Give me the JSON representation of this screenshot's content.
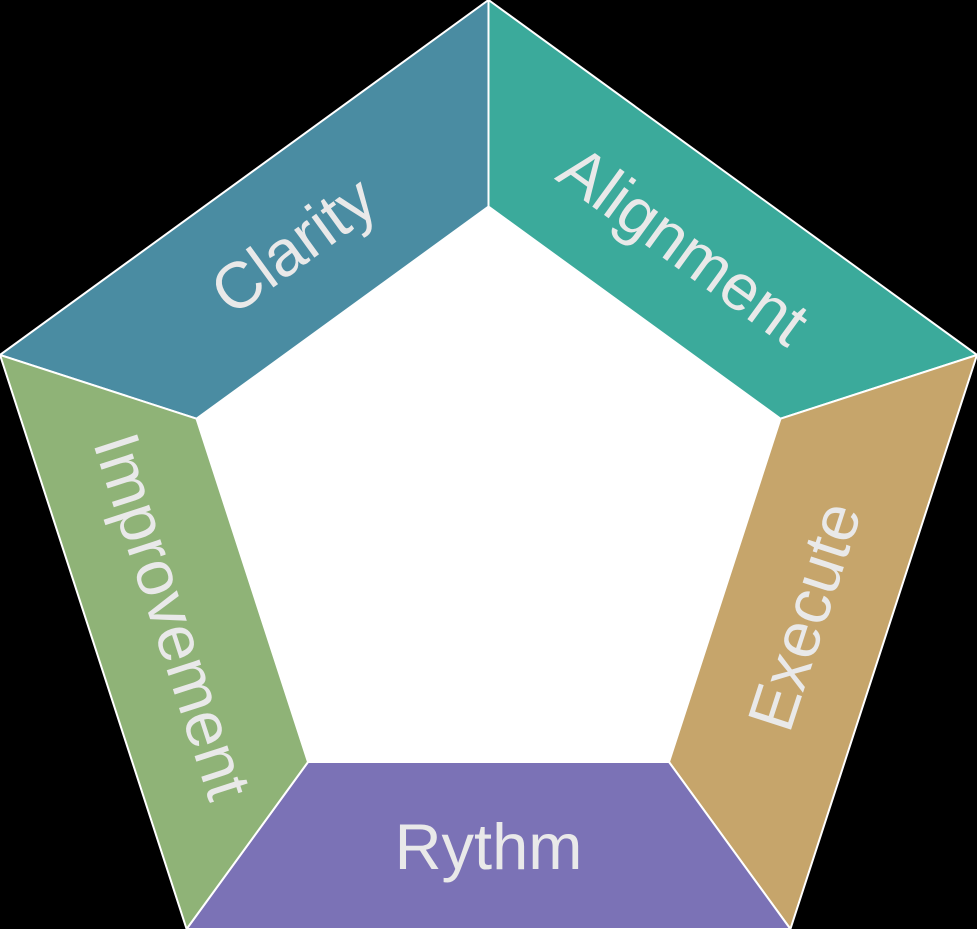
{
  "diagram": {
    "kind": "pentagon-cycle",
    "background_color": "#000000",
    "inner_face_color": "#ffffff",
    "separator_color": "#ffffff",
    "label_color": "#e9e9e9",
    "segments": [
      {
        "id": "clarity",
        "label": "Clarity",
        "color": "#4a8ca2"
      },
      {
        "id": "alignment",
        "label": "Alignment",
        "color": "#3baa9b"
      },
      {
        "id": "execute",
        "label": "Execute",
        "color": "#c6a56b"
      },
      {
        "id": "rythm",
        "label": "Rythm",
        "color": "#7b72b6"
      },
      {
        "id": "improvement",
        "label": "Improvement",
        "color": "#8fb377"
      }
    ]
  }
}
